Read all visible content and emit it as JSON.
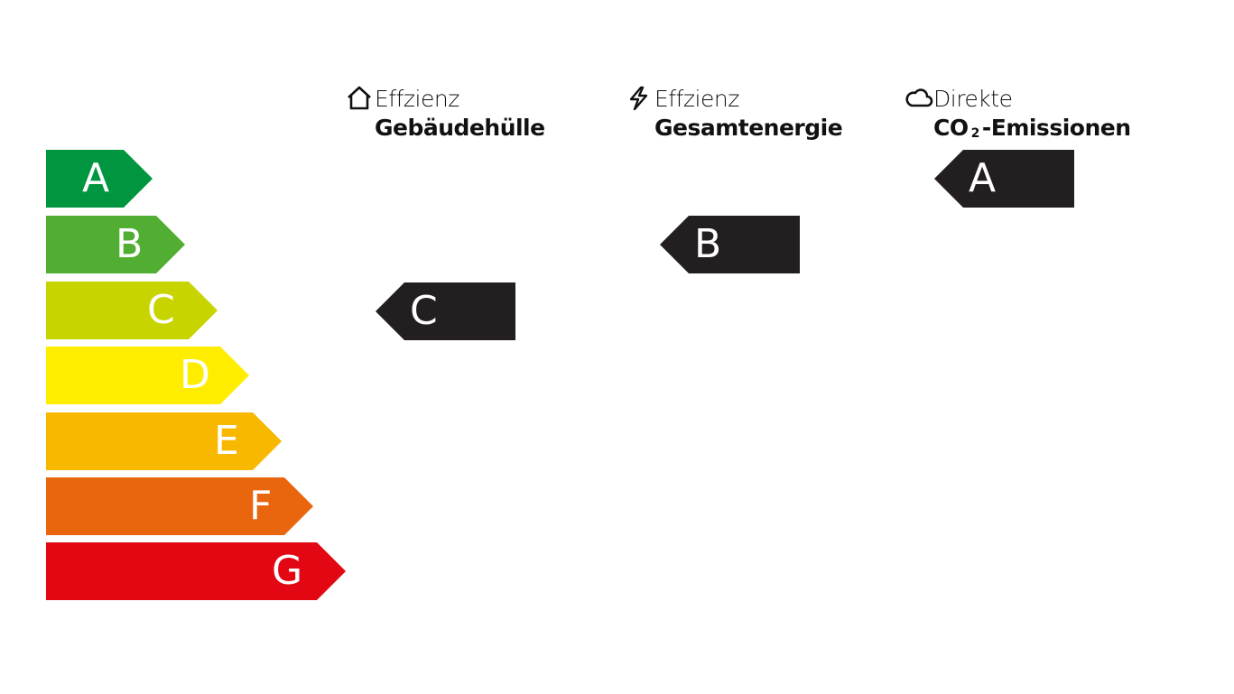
{
  "scale": [
    {
      "label": "A",
      "color": "#00963f"
    },
    {
      "label": "B",
      "color": "#52ae32"
    },
    {
      "label": "C",
      "color": "#c8d400"
    },
    {
      "label": "D",
      "color": "#ffed00"
    },
    {
      "label": "E",
      "color": "#f9b800"
    },
    {
      "label": "F",
      "color": "#e9660f"
    },
    {
      "label": "G",
      "color": "#e30613"
    }
  ],
  "categories": [
    {
      "icon": "house-icon",
      "line1": "Effzienz",
      "line2": "Gebäudehülle",
      "rating": "C"
    },
    {
      "icon": "lightning-icon",
      "line1": "Effzienz",
      "line2": "Gesamtenergie",
      "rating": "B"
    },
    {
      "icon": "cloud-icon",
      "line1": "Direkte",
      "line2_pre": "CO",
      "line2_sub": "2",
      "line2_post": "-Emissionen",
      "rating": "A"
    }
  ]
}
